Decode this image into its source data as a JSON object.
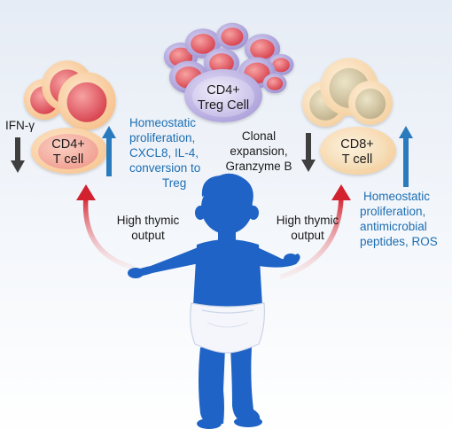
{
  "labels": {
    "ifn_gamma": "IFN-γ",
    "cd4_cell": [
      "CD4+",
      "T cell"
    ],
    "treg_cell": [
      "CD4+",
      "Treg Cell"
    ],
    "cd8_cell": [
      "CD8+",
      "T cell"
    ],
    "cd4_effects": [
      "Homeostatic",
      "proliferation,",
      "CXCL8, IL-4,",
      "conversion to",
      "Treg"
    ],
    "treg_effects": [
      "Clonal",
      "expansion,",
      "Granzyme B"
    ],
    "cd8_effects": [
      "Homeostatic",
      "proliferation,",
      "antimicrobial",
      "peptides, ROS"
    ],
    "thymic_left": [
      "High thymic",
      "output"
    ],
    "thymic_right": [
      "High thymic",
      "output"
    ]
  },
  "colors": {
    "background_top": "#e8eef6",
    "background_bottom": "#ffffff",
    "cd4_outer": "#fbd9b4",
    "cd4_nucleus": "#e4505c",
    "treg_outer": "#b4a9db",
    "treg_nucleus": "#e4505c",
    "cd8_outer": "#fbe2c4",
    "cd8_nucleus": "#d4c8a4",
    "child_blue": "#1e63c5",
    "arc_red": "#d3222f",
    "effect_text_blue": "#1d6eb3",
    "up_arrow_blue": "#2a7bbd",
    "down_arrow_gray": "#3f3f3f",
    "label_text": "#1a1a1a"
  }
}
